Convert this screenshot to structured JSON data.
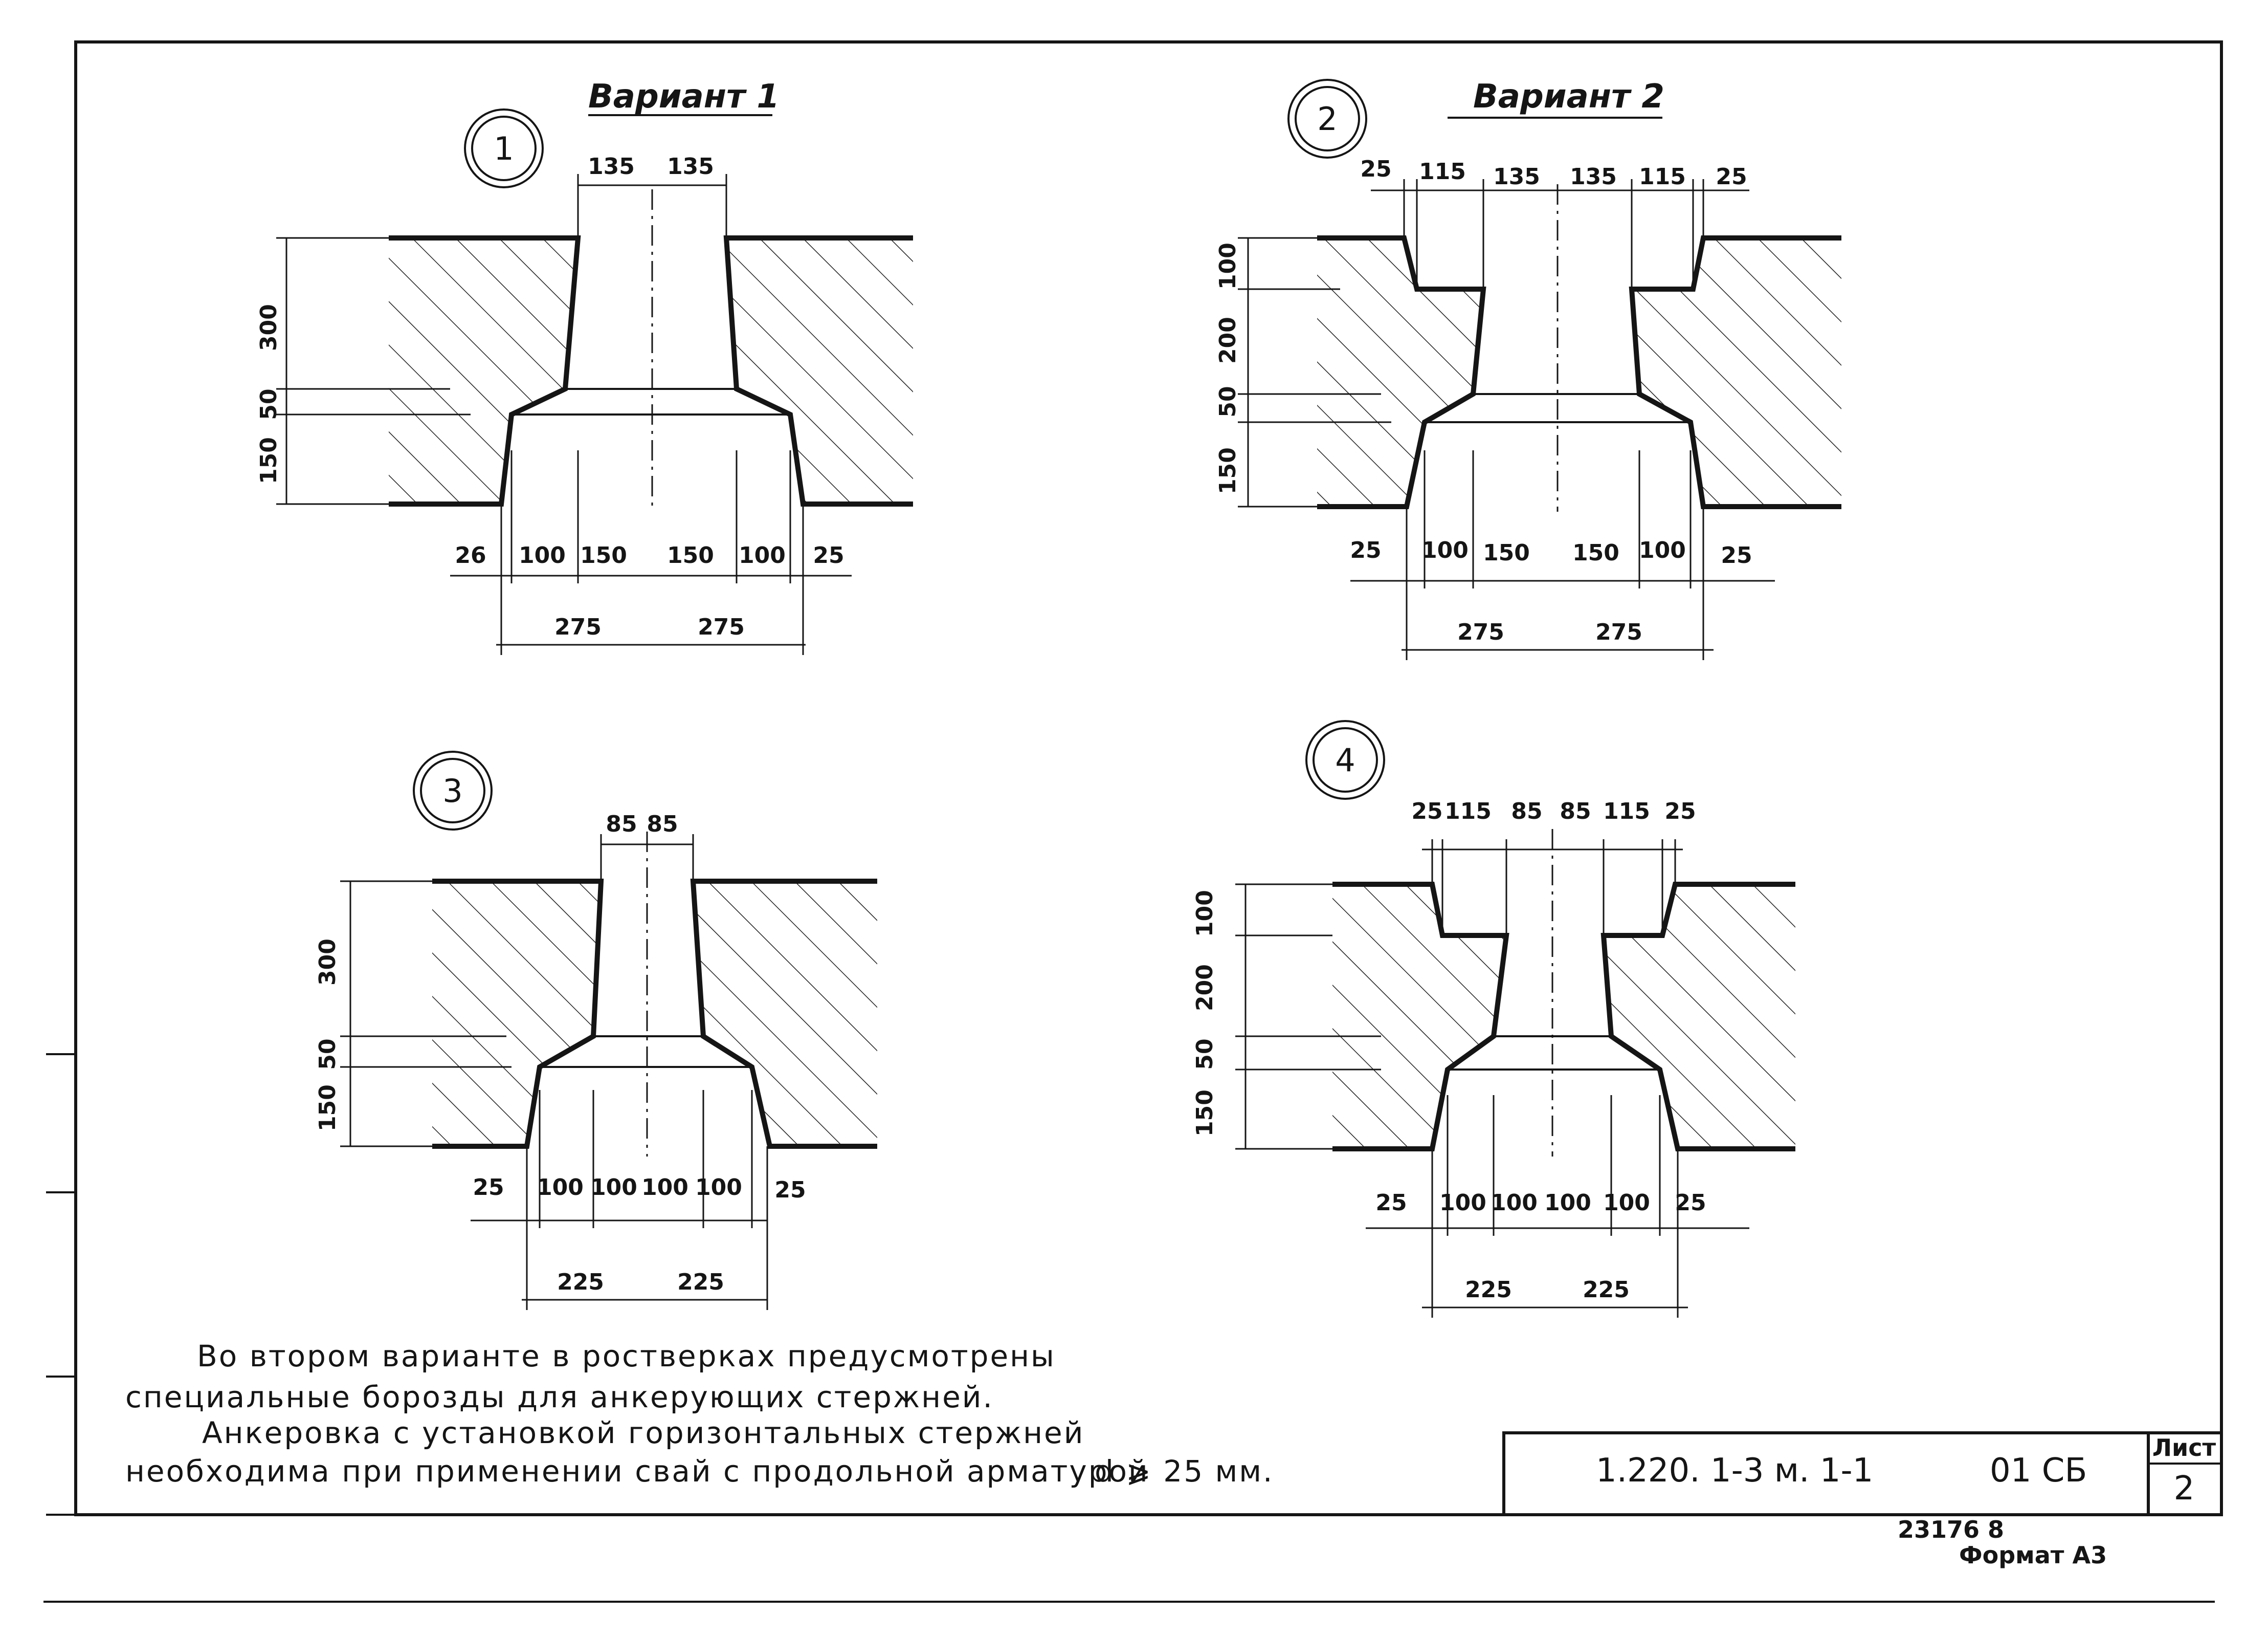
{
  "variants": {
    "v1": "Вариант 1",
    "v2": "Вариант 2"
  },
  "details": [
    {
      "number": "1",
      "top_dims": [
        "135",
        "135"
      ],
      "vertical_dims": [
        "300",
        "50",
        "150"
      ],
      "bottom_dims": [
        "26",
        "100",
        "150",
        "150",
        "100",
        "25"
      ],
      "overall_dims": [
        "275",
        "275"
      ]
    },
    {
      "number": "2",
      "top_dims": [
        "25",
        "115",
        "135",
        "135",
        "115",
        "25"
      ],
      "vertical_dims": [
        "100",
        "200",
        "50",
        "150"
      ],
      "bottom_dims": [
        "25",
        "100",
        "150",
        "150",
        "100",
        "25"
      ],
      "overall_dims": [
        "275",
        "275"
      ]
    },
    {
      "number": "3",
      "top_dims": [
        "85",
        "85"
      ],
      "vertical_dims": [
        "300",
        "50",
        "150"
      ],
      "bottom_dims": [
        "25",
        "100",
        "100",
        "100",
        "100",
        "25"
      ],
      "overall_dims": [
        "225",
        "225"
      ]
    },
    {
      "number": "4",
      "top_dims": [
        "25",
        "115",
        "85",
        "85",
        "115",
        "25"
      ],
      "vertical_dims": [
        "100",
        "200",
        "50",
        "150"
      ],
      "bottom_dims": [
        "25",
        "100",
        "100",
        "100",
        "100",
        "25"
      ],
      "overall_dims": [
        "225",
        "225"
      ]
    }
  ],
  "notes": [
    "Во втором варианте в ростверках предусмотрены",
    "специальные борозды для анкерующих стержней.",
    "Анкеровка с установкой горизонтальных стержней",
    "необходима при применении свай с продольной арматурой"
  ],
  "notes_tail": "d ⩾ 25 мм.",
  "stamp": {
    "designation": "1.220. 1-3 м. 1-1",
    "code": "01 СБ",
    "sheet_label": "Лист",
    "sheet_number": "2"
  },
  "archive_number": "23176  8",
  "format_label": "Формат А3"
}
